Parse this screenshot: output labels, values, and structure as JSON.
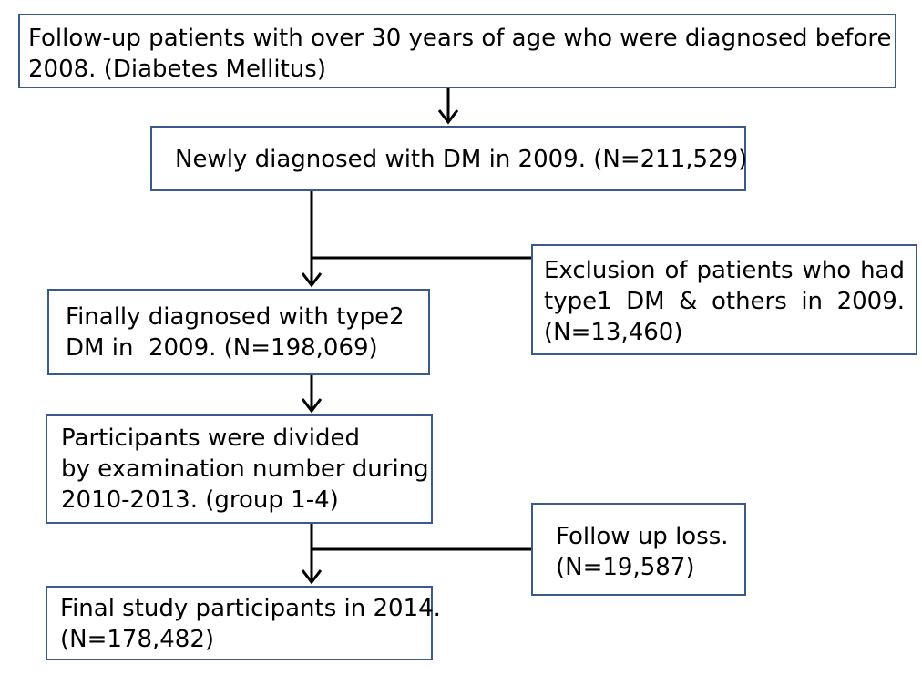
{
  "flowchart": {
    "step_followup": {
      "lines": [
        "Follow-up patients with over 30 years of age who were diagnosed before",
        "2008. (Diabetes Mellitus)"
      ]
    },
    "step_newly_diagnosed": {
      "lines": [
        "Newly diagnosed with DM in 2009. (N=211,529)"
      ]
    },
    "exclusion": {
      "lines": [
        "Exclusion of patients who had",
        "type1 DM & others in 2009.",
        "(N=13,460)"
      ]
    },
    "step_type2": {
      "lines": [
        "Finally diagnosed with type2",
        "DM in  2009. (N=198,069)"
      ]
    },
    "step_divided": {
      "lines": [
        "Participants were divided",
        "by examination number during",
        "2010-2013. (group 1-4)"
      ]
    },
    "followup_loss": {
      "lines": [
        "Follow up loss.",
        "(N=19,587)"
      ]
    },
    "step_final": {
      "lines": [
        "Final study participants in 2014.",
        "(N=178,482)"
      ]
    }
  },
  "colors": {
    "box_border": "#3a5a8c",
    "connector": "#000000",
    "text": "#000000"
  }
}
